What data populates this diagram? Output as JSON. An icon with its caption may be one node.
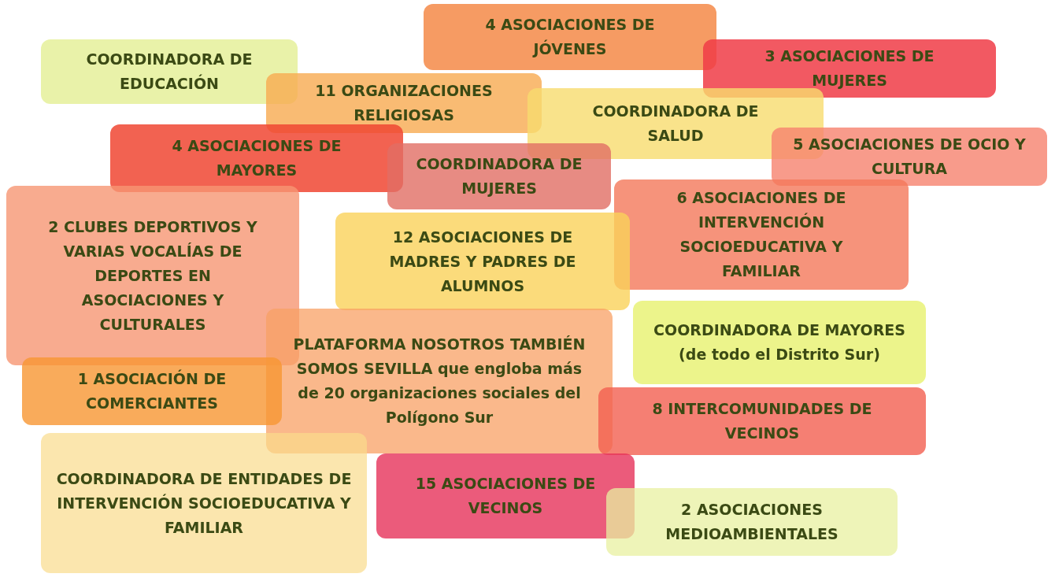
{
  "diagram": {
    "nodes": [
      {
        "text": [
          "COORDINADORA DE EDUCACIÓN"
        ]
      },
      {
        "text": [
          "4 ASOCIACIONES DE JÓVENES"
        ]
      },
      {
        "text": [
          "3 ASOCIACIONES DE MUJERES"
        ]
      },
      {
        "text": [
          "11 ORGANIZACIONES RELIGIOSAS"
        ]
      },
      {
        "text": [
          "COORDINADORA DE SALUD"
        ]
      },
      {
        "text": [
          "4 ASOCIACIONES DE MAYORES"
        ]
      },
      {
        "text": [
          "COORDINADORA DE MUJERES"
        ]
      },
      {
        "text": [
          "5 ASOCIACIONES DE OCIO Y CULTURA"
        ]
      },
      {
        "text": [
          "2 CLUBES DEPORTIVOS Y VARIAS VOCALÍAS DE DEPORTES EN ASOCIACIONES Y CULTURALES"
        ]
      },
      {
        "text": [
          "6 ASOCIACIONES DE INTERVENCIÓN SOCIOEDUCATIVA Y FAMILIAR"
        ]
      },
      {
        "text": [
          "12 ASOCIACIONES DE MADRES Y PADRES DE ALUMNOS"
        ]
      },
      {
        "text": [
          "COORDINADORA DE MAYORES",
          "(de todo el Distrito Sur)"
        ]
      },
      {
        "text": [
          "PLATAFORMA NOSOTROS TAMBIÉN SOMOS SEVILLA que engloba más de 20 organizaciones sociales del Polígono Sur"
        ]
      },
      {
        "text": [
          "1 ASOCIACIÓN DE COMERCIANTES"
        ]
      },
      {
        "text": [
          "8 INTERCOMUNIDADES DE VECINOS"
        ]
      },
      {
        "text": [
          "COORDINADORA DE ENTIDADES DE INTERVENCIÓN SOCIOEDUCATIVA Y FAMILIAR"
        ]
      },
      {
        "text": [
          "15 ASOCIACIONES DE VECINOS"
        ]
      },
      {
        "text": [
          "2 ASOCIACIONES MEDIOAMBIENTALES"
        ]
      }
    ]
  }
}
